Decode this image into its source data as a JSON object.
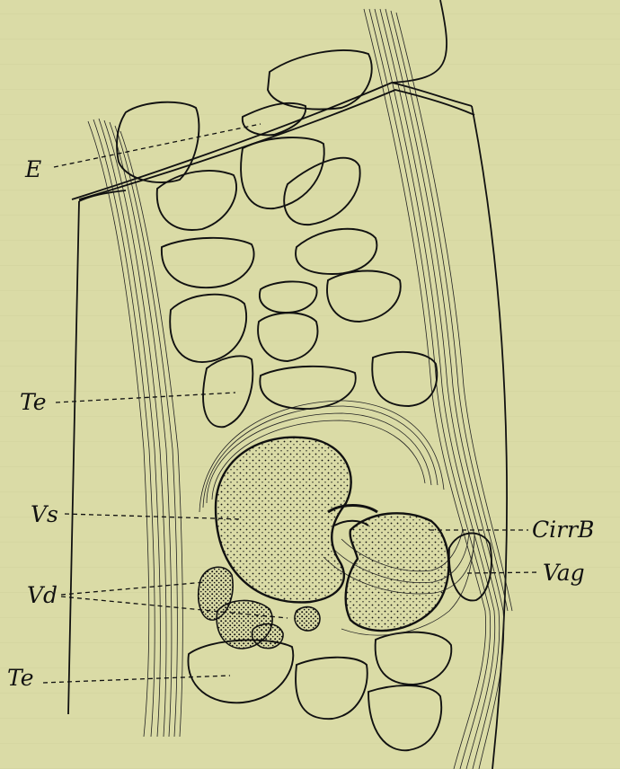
{
  "labels": {
    "E": "E",
    "Te_upper": "Te",
    "Vs": "Vs",
    "Vd": "Vd",
    "Te_lower": "Te",
    "CirrB": "CirrB",
    "Vag": "Vag"
  },
  "colors": {
    "paper": "#dadba6",
    "ink": "#111111"
  }
}
